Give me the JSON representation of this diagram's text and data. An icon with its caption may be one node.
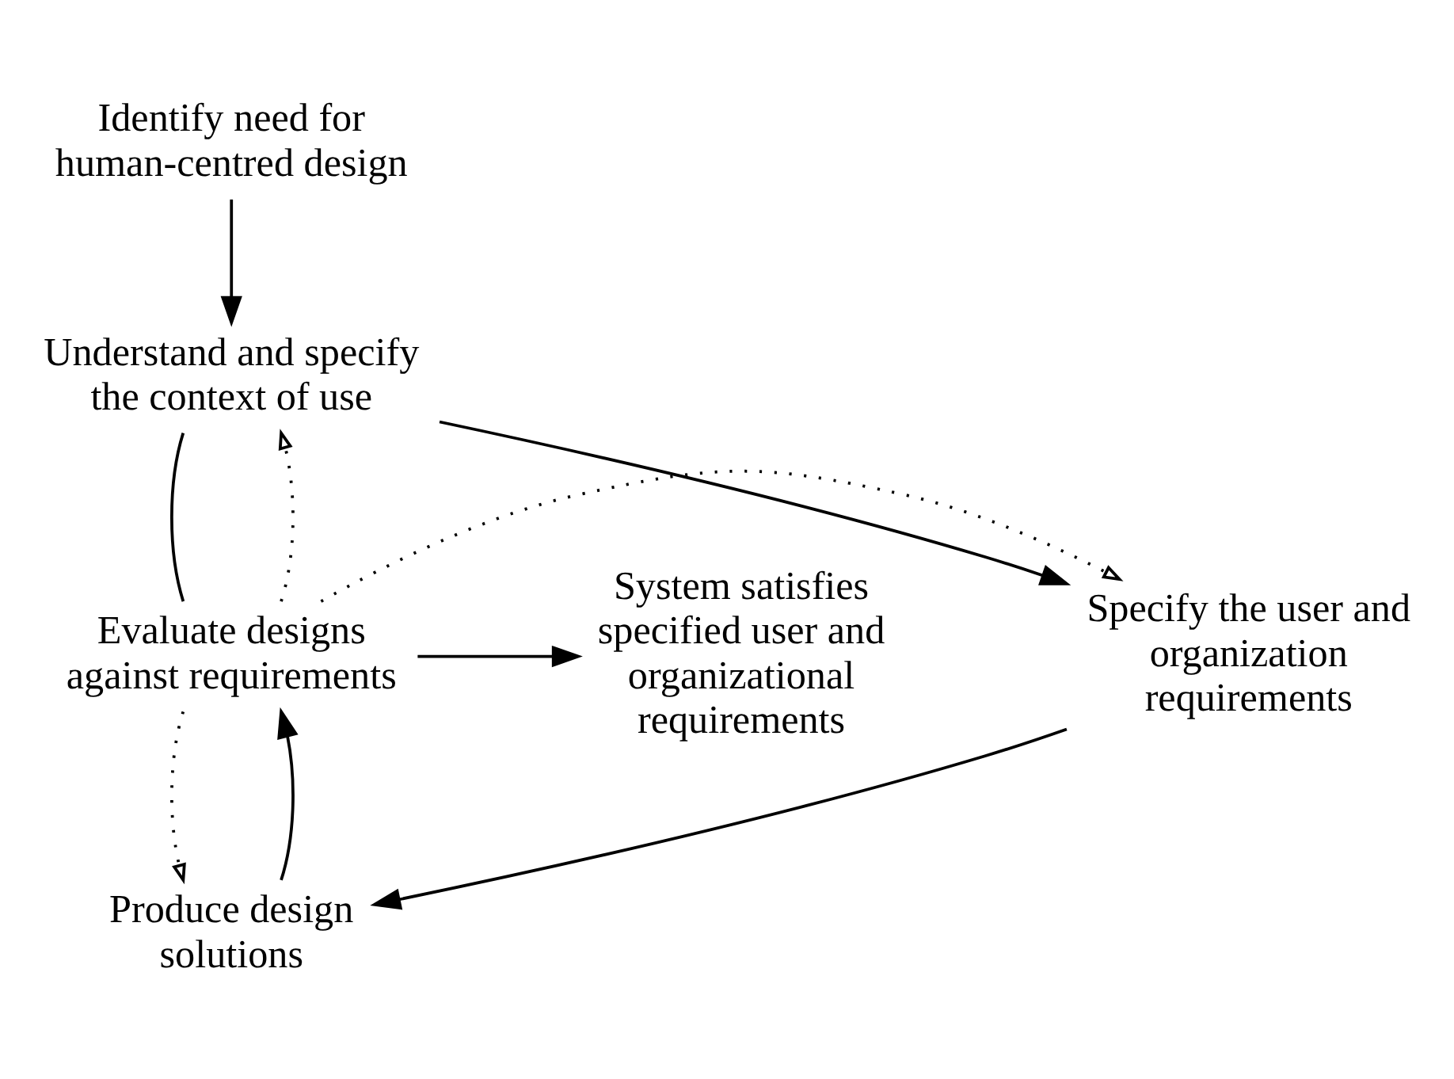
{
  "diagram": {
    "nodes": [
      {
        "text": [
          "Identify need for human-centred design"
        ]
      },
      {
        "text": [
          "Understand and specify the context of use"
        ]
      },
      {
        "text": [
          "Specify the user and organization requirements"
        ]
      },
      {
        "text": [
          "Produce design solutions"
        ]
      },
      {
        "text": [
          "Evaluate designs against requirements"
        ]
      },
      {
        "text": [
          "System satisfies specified user and organizational requirements"
        ]
      }
    ],
    "edges": [
      {
        "from": 0,
        "to": 1,
        "arrow": "to"
      },
      {
        "from": 1,
        "to": 2,
        "arrow": "to"
      },
      {
        "from": 2,
        "to": 3,
        "arrow": "to"
      },
      {
        "from": 3,
        "to": 4,
        "arrow": "to"
      },
      {
        "from": 4,
        "to": 1,
        "arrow": "none"
      },
      {
        "from": 4,
        "to": 1,
        "arrow": "to",
        "style": "dashed"
      },
      {
        "from": 4,
        "to": 2,
        "arrow": "to",
        "style": "dashed"
      },
      {
        "from": 4,
        "to": 3,
        "arrow": "to",
        "style": "dashed"
      },
      {
        "from": 4,
        "to": 5,
        "arrow": "to"
      }
    ]
  }
}
